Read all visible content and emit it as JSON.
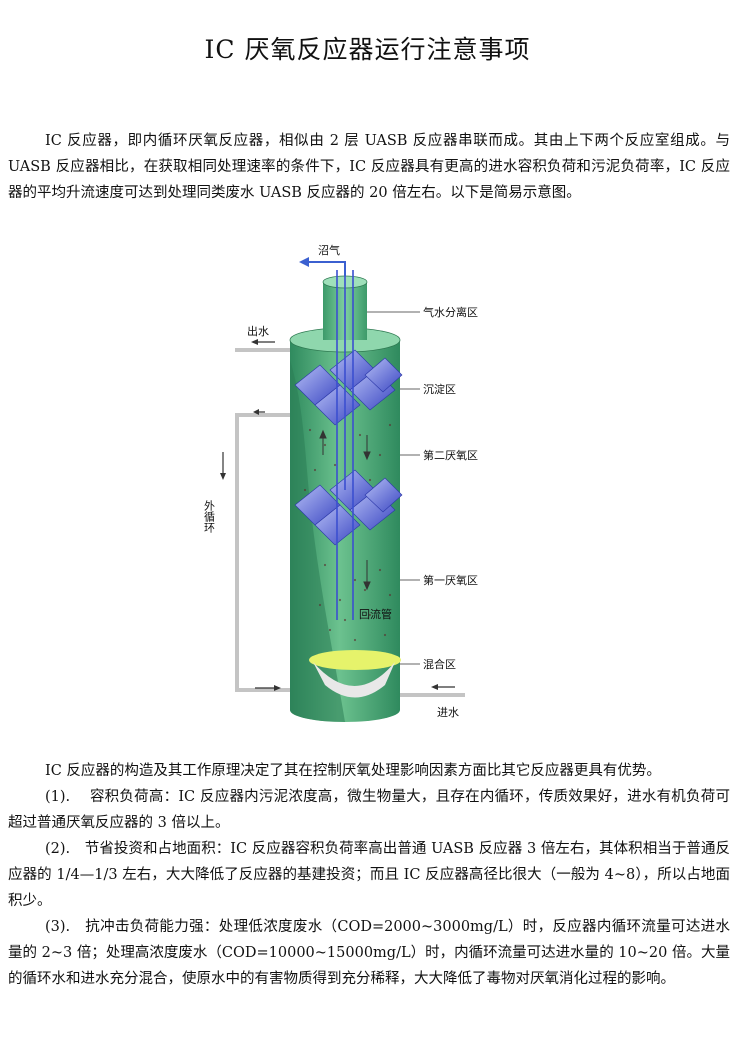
{
  "title": "IC 厌氧反应器运行注意事项",
  "intro": "IC 反应器，即内循环厌氧反应器，相似由 2 层 UASB 反应器串联而成。其由上下两个反应室组成。与 UASB 反应器相比，在获取相同处理速率的条件下，IC 反应器具有更高的进水容积负荷和污泥负荷率，IC 反应器的平均升流速度可达到处理同类废水 UASB 反应器的 20 倍左右。以下是简易示意图。",
  "diagram": {
    "biogas": "沼气",
    "gas_water_separation": "气水分离区",
    "outlet": "出水",
    "settling": "沉淀区",
    "second_anaerobic": "第二厌氧区",
    "external_circulation": "外循环",
    "first_anaerobic": "第一厌氧区",
    "return_pipe": "回流管",
    "mixing": "混合区",
    "inlet": "进水"
  },
  "body": {
    "p0": "IC 反应器的构造及其工作原理决定了其在控制厌氧处理影响因素方面比其它反应器更具有优势。",
    "p1": "(1).　 容积负荷高：IC 反应器内污泥浓度高，微生物量大，且存在内循环，传质效果好，进水有机负荷可超过普通厌氧反应器的 3 倍以上。",
    "p2": "(2).　节省投资和占地面积：IC 反应器容积负荷率高出普通 UASB 反应器 3 倍左右，其体积相当于普通反应器的 1/4—1/3 左右，大大降低了反应器的基建投资；而且 IC 反应器高径比很大（一般为 4~8），所以占地面积少。",
    "p3": "(3).　抗冲击负荷能力强：处理低浓度废水（COD=2000~3000mg/L）时，反应器内循环流量可达进水量的 2~3 倍；处理高浓度废水（COD=10000~15000mg/L）时，内循环流量可达进水量的 10~20 倍。大量的循环水和进水充分混合，使原水中的有害物质得到充分稀释，大大降低了毒物对厌氧消化过程的影响。"
  }
}
